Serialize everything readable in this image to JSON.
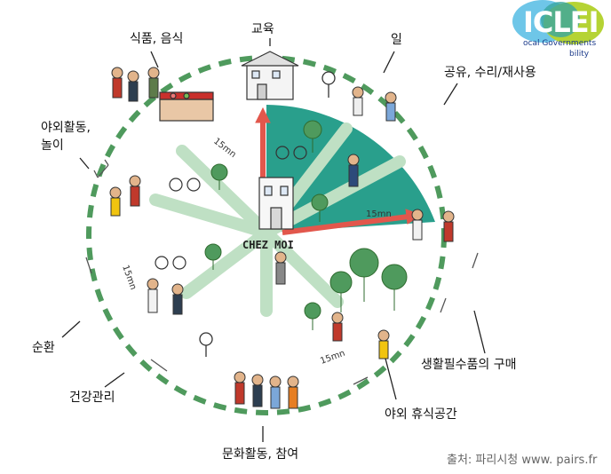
{
  "logo": {
    "name": "ICLEI",
    "line1": "ocal Governments",
    "line2": "bility"
  },
  "center": {
    "label": "CHEZ MOI"
  },
  "time_labels": [
    "15mn",
    "15mn",
    "15mn",
    "15mn"
  ],
  "labels": {
    "food": "식품, 음식",
    "education": "교육",
    "work": "일",
    "share_repair_reuse": "공유, 수리/재사용",
    "outdoor_play_line1": "야외활동,",
    "outdoor_play_line2": "놀이",
    "circulation": "순환",
    "health": "건강관리",
    "culture": "문화활동, 참여",
    "outdoor_rest": "야외 휴식공간",
    "daily_shopping": "생활필수품의 구매"
  },
  "credit": "출처: 파리시청 www. pairs.fr",
  "colors": {
    "accent_teal": "#1e9a86",
    "ring_green": "#4f9a5d",
    "arrow_red": "#e2574c",
    "road_green": "#bfe0c4"
  }
}
